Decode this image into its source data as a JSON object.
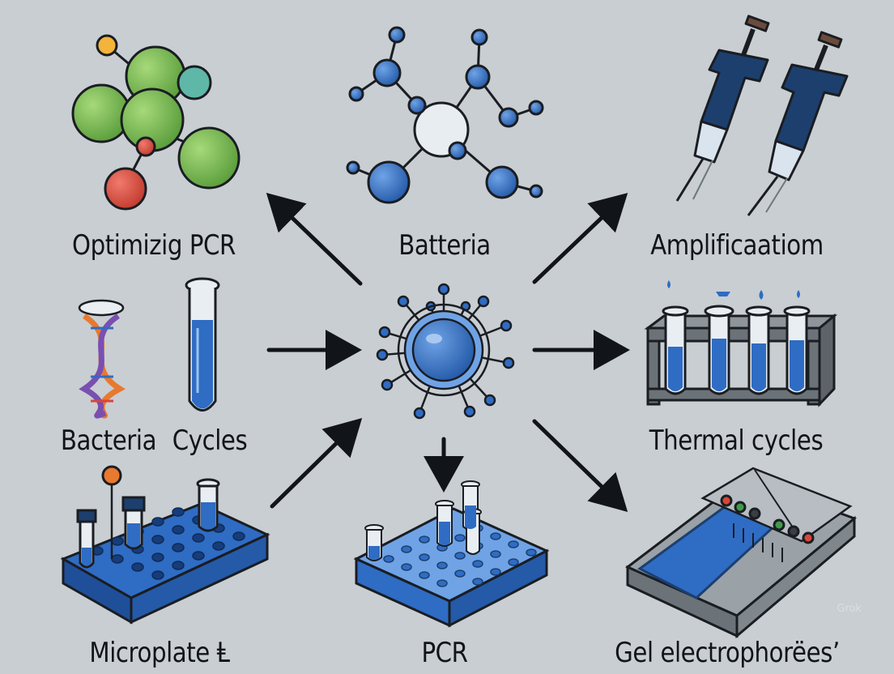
{
  "labels": {
    "optimizing": "Optimizig PCR",
    "batteria": "Batteria",
    "amplification": "Amplificaatiom",
    "bacteria": "Bacteria",
    "cycles": "Cycles",
    "thermal": "Thermal cycles",
    "microplate": "Microplate Ⱡ",
    "pcr": "PCR",
    "gel": "Gel electrophorëes’"
  },
  "watermark": "Grok",
  "colors": {
    "background": "#c9ced2",
    "green_atom": "#6fb24a",
    "red_atom": "#d9463a",
    "teal_atom": "#5fb7a8",
    "blue": "#2f6cc4",
    "dark_blue": "#1c3f6e",
    "outline": "#1a1d22",
    "arrow": "#111418"
  }
}
